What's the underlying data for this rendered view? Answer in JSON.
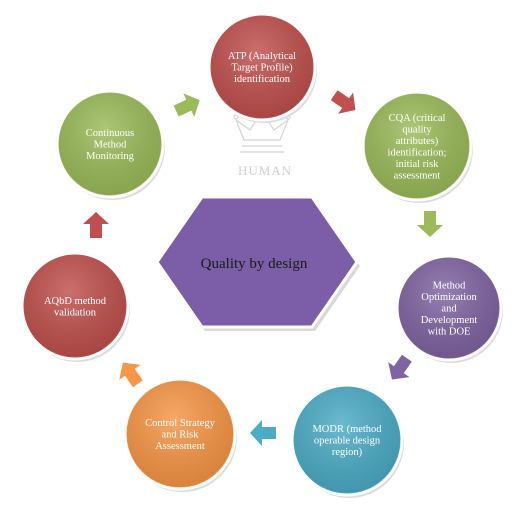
{
  "center": {
    "label": "Quality by design",
    "color": "#7b5ea7"
  },
  "watermark": {
    "text": "HUMAN"
  },
  "nodes": [
    {
      "id": "atp",
      "lines": [
        "ATP (Analytical",
        "Target Profile)",
        "identification"
      ],
      "color": "#c0504d"
    },
    {
      "id": "cqa",
      "lines": [
        "CQA (critical",
        "quality",
        "attributes)",
        "identification;",
        "initial risk",
        "assessment"
      ],
      "color": "#9bbb59"
    },
    {
      "id": "method-optimization",
      "lines": [
        "Method",
        "Optimization",
        "and",
        "Development",
        "with DOE"
      ],
      "color": "#8064a2"
    },
    {
      "id": "modr",
      "lines": [
        "MODR (method",
        "operable design",
        "region)"
      ],
      "color": "#4bacc6"
    },
    {
      "id": "control-strategy",
      "lines": [
        "Control Strategy",
        "and Risk",
        "Assessment"
      ],
      "color": "#f79646"
    },
    {
      "id": "aqbd-validation",
      "lines": [
        "AQbD method",
        "validation"
      ],
      "color": "#c0504d"
    },
    {
      "id": "continuous-monitoring",
      "lines": [
        "Continuous",
        "Method",
        "Monitoring"
      ],
      "color": "#9bbb59"
    }
  ],
  "arrows": [
    {
      "id": "arrow-atp-to-cqa",
      "color": "#c0504d"
    },
    {
      "id": "arrow-cqa-to-method",
      "color": "#9bbb59"
    },
    {
      "id": "arrow-method-to-modr",
      "color": "#8064a2"
    },
    {
      "id": "arrow-modr-to-control",
      "color": "#4bacc6"
    },
    {
      "id": "arrow-control-to-aqbd",
      "color": "#f79646"
    },
    {
      "id": "arrow-aqbd-to-continuous",
      "color": "#c0504d"
    },
    {
      "id": "arrow-continuous-to-atp",
      "color": "#9bbb59"
    }
  ]
}
